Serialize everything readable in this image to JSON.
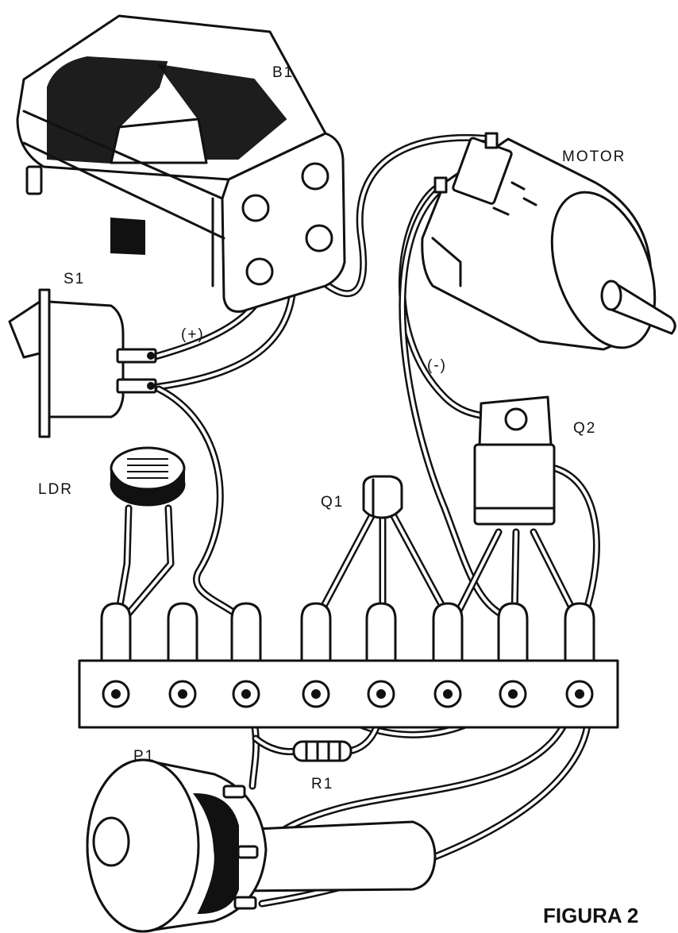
{
  "labels": {
    "b1": "B1",
    "motor": "MOTOR",
    "s1": "S1",
    "plus": "(+)",
    "minus": "(-)",
    "ldr": "LDR",
    "q1": "Q1",
    "q2": "Q2",
    "p1": "P1",
    "r1": "R1",
    "figure": "FIGURA 2"
  },
  "colors": {
    "ink": "#111111",
    "paper": "#ffffff"
  },
  "terminal_strip": {
    "lug_count": 8
  }
}
